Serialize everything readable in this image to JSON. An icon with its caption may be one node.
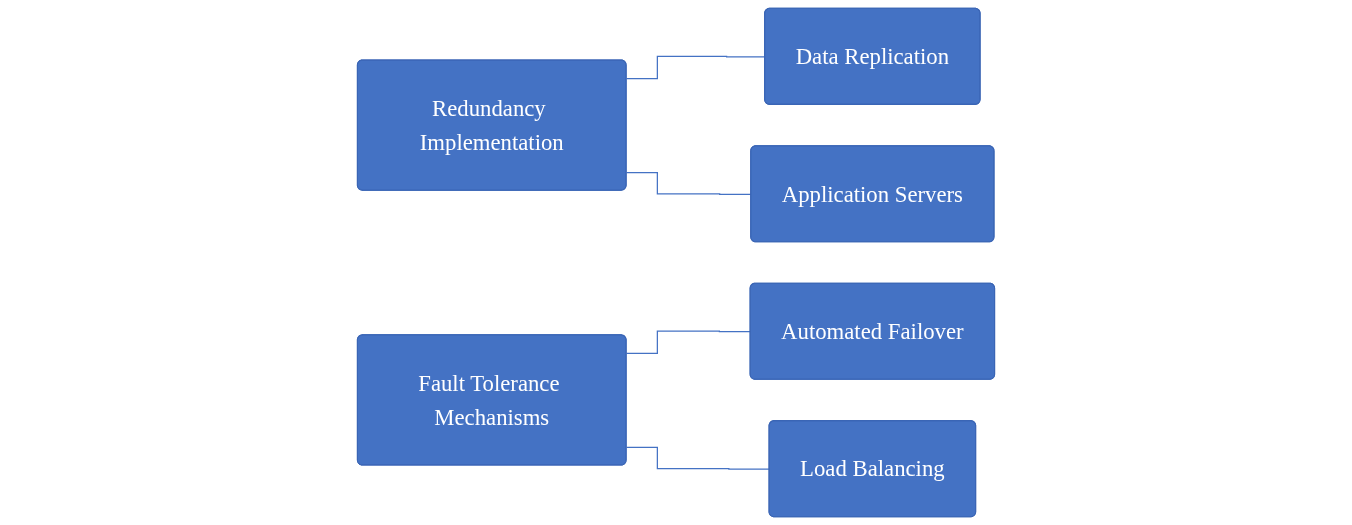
{
  "diagram": {
    "nodes": [
      {
        "text": [
          "Redundancy Implementation"
        ]
      },
      {
        "text": [
          "Data Replication"
        ]
      },
      {
        "text": [
          "Application Servers"
        ]
      },
      {
        "text": [
          "Fault Tolerance Mechanisms"
        ]
      },
      {
        "text": [
          "Automated Failover"
        ]
      },
      {
        "text": [
          "Load Balancing"
        ]
      }
    ],
    "edges": [
      {
        "from": 0,
        "to": 1,
        "arrow": "none"
      },
      {
        "from": 0,
        "to": 2,
        "arrow": "none"
      },
      {
        "from": 3,
        "to": 4,
        "arrow": "none"
      },
      {
        "from": 3,
        "to": 5,
        "arrow": "none"
      }
    ]
  }
}
